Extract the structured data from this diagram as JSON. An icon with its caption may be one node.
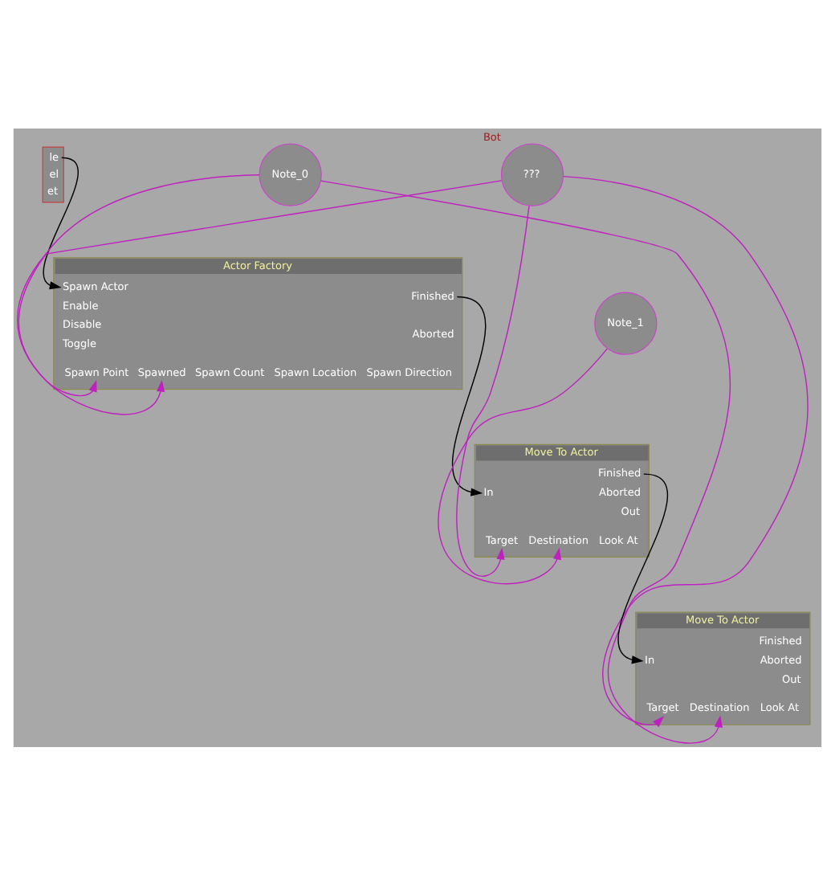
{
  "diagram": {
    "nodes": [
      {
        "text": [
          "le",
          "el",
          "et"
        ]
      },
      {
        "text": [
          "Actor Factory",
          "Spawn Actor",
          "Enable",
          "Disable",
          "Toggle",
          "Finished",
          "Aborted",
          "Spawn Point",
          "Spawned",
          "Spawn Count",
          "Spawn Location",
          "Spawn Direction"
        ]
      },
      {
        "text": [
          "???"
        ],
        "beside": [
          "Bot"
        ]
      },
      {
        "text": [
          "Note_0"
        ]
      },
      {
        "text": [
          "Note_1"
        ]
      },
      {
        "text": [
          "Move To Actor",
          "In",
          "Finished",
          "Aborted",
          "Out",
          "Target",
          "Destination",
          "Look At"
        ]
      },
      {
        "text": [
          "Move To Actor",
          "In",
          "Finished",
          "Aborted",
          "Out",
          "Target",
          "Destination",
          "Look At"
        ]
      }
    ],
    "edges": [
      {
        "from": 0,
        "to": 1,
        "arrow": "to",
        "color": "#000000"
      },
      {
        "from": 1,
        "to": 5,
        "arrow": "to",
        "color": "#000000"
      },
      {
        "from": 5,
        "to": 6,
        "arrow": "to",
        "color": "#000000"
      },
      {
        "from": 3,
        "to": 1,
        "arrow": "to"
      },
      {
        "from": 2,
        "to": 1,
        "arrow": "to"
      },
      {
        "from": 2,
        "to": 5,
        "arrow": "to"
      },
      {
        "from": 2,
        "to": 6,
        "arrow": "to"
      },
      {
        "from": 4,
        "to": 5,
        "arrow": "to"
      },
      {
        "from": 3,
        "to": 6,
        "arrow": "to"
      }
    ]
  }
}
